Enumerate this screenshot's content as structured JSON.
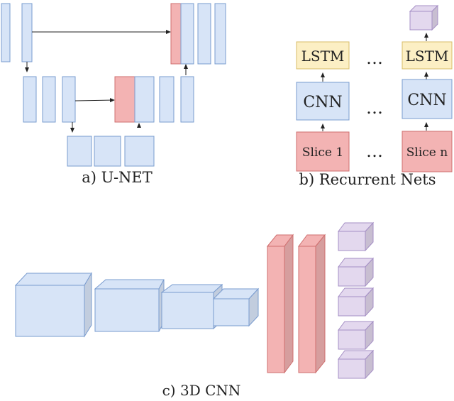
{
  "colors": {
    "blue_fill": "#d7e4f7",
    "blue_stroke": "#7a9ccf",
    "red_fill": "#f3b3b3",
    "red_stroke": "#cf6f6f",
    "yellow_fill": "#fcefc4",
    "yellow_stroke": "#d8bd6a",
    "purple_fill": "#e3d8ee",
    "purple_stroke": "#a58fc5",
    "arrow": "#222222"
  },
  "unet": {
    "caption": "a) U-NET"
  },
  "recurrent": {
    "caption": "b) Recurrent Nets",
    "lstm_label": "LSTM",
    "cnn_label": "CNN",
    "slice_first_label": "Slice 1",
    "slice_last_label": "Slice n",
    "ellipsis": "…"
  },
  "cnn3d": {
    "caption": "c) 3D CNN"
  }
}
